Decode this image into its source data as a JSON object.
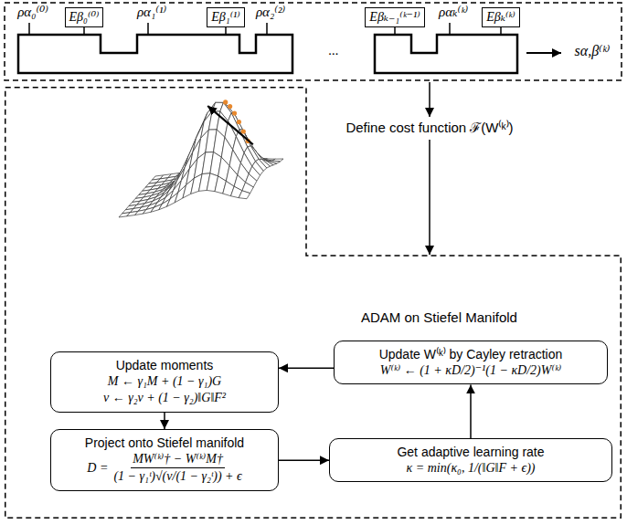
{
  "diagram": {
    "nodes": [
      {
        "text": [
          "Eβ₀⁽⁰⁾"
        ]
      },
      {
        "text": [
          "Eβ₁⁽¹⁾"
        ]
      },
      {
        "text": [
          "Eβₖ₋₁⁽ᵏ⁻¹⁾"
        ]
      },
      {
        "text": [
          "Eβₖ⁽ᵏ⁾"
        ]
      },
      {
        "text": [
          "ADAM on Stiefel Manifold"
        ]
      },
      {
        "text": [
          "Update moments",
          "M ← γ₁M + (1 − γ₁)G",
          "v ← γ₂v + (1 − γ₂)‖G‖F²"
        ],
        "in": 4
      },
      {
        "text": [
          "Update W⁽ᵏ⁾ by Cayley retraction",
          "W⁽ᵏ⁾ ← (1 + κD/2)⁻¹(1 − κD/2)W⁽ᵏ⁾"
        ],
        "in": 4
      },
      {
        "text": [
          "Project onto Stiefel manifold",
          "D =",
          "MW⁽ᵏ⁾† − W⁽ᵏ⁾M†",
          "(1 − γ₁ᵗ)√(v/(1 − γ₂ᵗ)) + ϵ"
        ],
        "in": 4
      },
      {
        "text": [
          "Get adaptive learning rate",
          "κ = min(κ₀, 1/(‖G‖F + ϵ))"
        ],
        "in": 4
      }
    ],
    "edges": [
      {
        "from": 5,
        "to": 7,
        "arrow": "to"
      },
      {
        "from": 7,
        "to": 8,
        "arrow": "to"
      },
      {
        "from": 8,
        "to": 6,
        "arrow": "to"
      },
      {
        "from": 6,
        "to": 5,
        "arrow": "to"
      }
    ],
    "labels": [
      "ρα₀⁽⁰⁾",
      "ρα₁⁽¹⁾",
      "ρα₂⁽²⁾",
      "...",
      "ραₖ⁽ᵏ⁾",
      "sα,β⁽ᵏ⁾",
      "Define cost function ℱ(W⁽ᵏ⁾)"
    ]
  }
}
